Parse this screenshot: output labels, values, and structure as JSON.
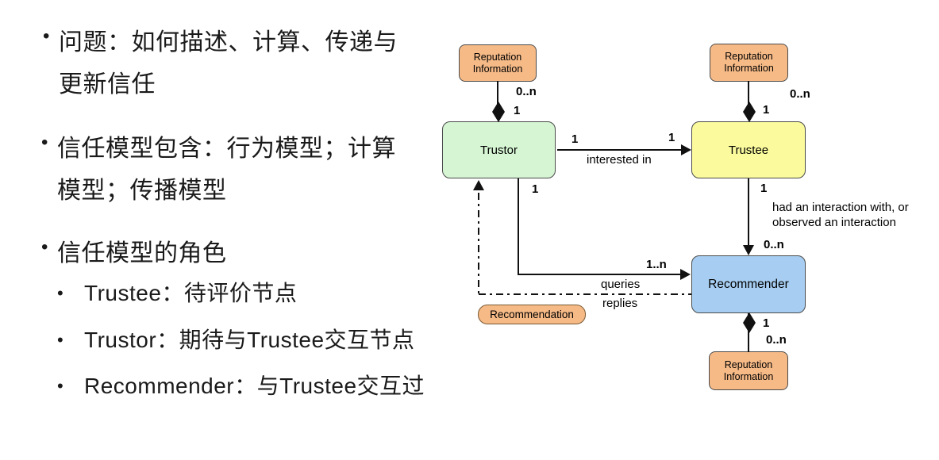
{
  "slide": {
    "bullet_char": "•",
    "bullets": [
      {
        "level": 1,
        "text": "问题：如何描述、计算、传递与\n更新信任"
      },
      {
        "level": 1,
        "text": "信任模型包含：行为模型；计算\n模型；传播模型"
      },
      {
        "level": 1,
        "text": "信任模型的角色"
      },
      {
        "level": 2,
        "text": "Trustee：待评价节点"
      },
      {
        "level": 2,
        "text": "Trustor：期待与Trustee交互节点"
      },
      {
        "level": 2,
        "text": "Recommender：与Trustee交互过"
      }
    ]
  },
  "diagram": {
    "colors": {
      "reputation_fill": "#F6BA87",
      "trustor_fill": "#D5F5D3",
      "trustee_fill": "#FBFB9D",
      "recommender_fill": "#A7CEF2",
      "line": "#111111"
    },
    "nodes": {
      "trustor": {
        "label": "Trustor"
      },
      "trustee": {
        "label": "Trustee"
      },
      "recommender": {
        "label": "Recommender"
      },
      "reputation": {
        "label": "Reputation\nInformation"
      },
      "recommendation": {
        "label": "Recommendation"
      }
    },
    "edges": {
      "trustor_reputation": {
        "outer": "0..n",
        "inner": "1"
      },
      "trustee_reputation": {
        "outer": "0..n",
        "inner": "1"
      },
      "interested_in": {
        "label": "interested in",
        "from_mult": "1",
        "to_mult": "1"
      },
      "interaction": {
        "label": "had an interaction with, or\nobserved an interaction",
        "from_mult": "1",
        "to_mult": "0..n"
      },
      "queries": {
        "label": "queries",
        "from_mult": "1",
        "to_mult": "1..n"
      },
      "replies": {
        "label": "replies"
      },
      "recommender_reputation": {
        "inner": "1",
        "outer": "0..n"
      }
    }
  }
}
